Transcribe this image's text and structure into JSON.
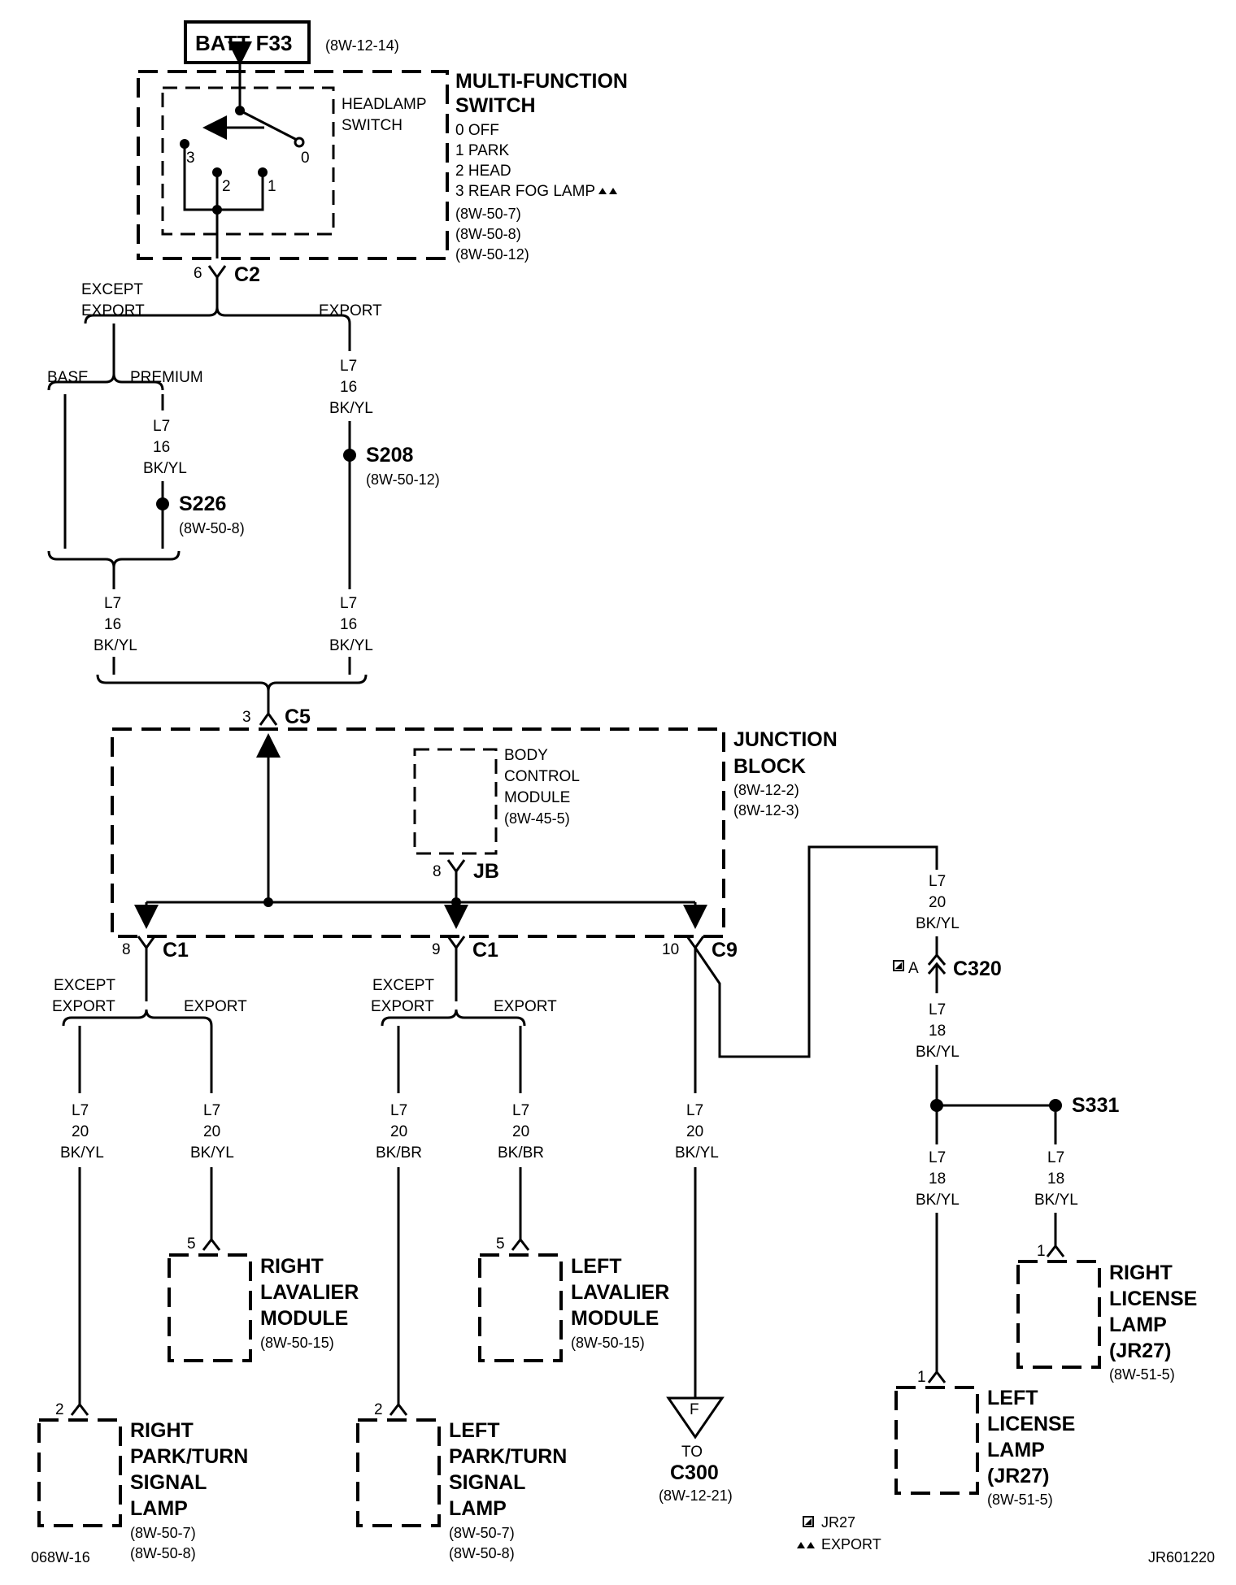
{
  "fuse": {
    "label": "BATT F33",
    "ref": "(8W-12-14)"
  },
  "multi_function_switch": {
    "title_1": "MULTI-FUNCTION",
    "title_2": "SWITCH",
    "sub_1": "HEADLAMP",
    "sub_2": "SWITCH",
    "positions": [
      "0 OFF",
      "1 PARK",
      "2 HEAD",
      "3 REAR FOG LAMP"
    ],
    "refs": [
      "(8W-50-7)",
      "(8W-50-8)",
      "(8W-50-12)"
    ],
    "terminals": [
      "3",
      "2",
      "1",
      "0"
    ],
    "connector": "C2",
    "pin": "6"
  },
  "branch_labels": {
    "except_export": [
      "EXCEPT",
      "EXPORT"
    ],
    "export": "EXPORT",
    "base": "BASE",
    "premium": "PREMIUM"
  },
  "wires": {
    "premium": [
      "L7",
      "16",
      "BK/YL"
    ],
    "export_top": [
      "L7",
      "16",
      "BK/YL"
    ],
    "left_merge": [
      "L7",
      "16",
      "BK/YL"
    ],
    "right_merge": [
      "L7",
      "16",
      "BK/YL"
    ],
    "c1_8_except": [
      "L7",
      "20",
      "BK/YL"
    ],
    "c1_8_export": [
      "L7",
      "20",
      "BK/YL"
    ],
    "c1_9_except": [
      "L7",
      "20",
      "BK/BR"
    ],
    "c1_9_export": [
      "L7",
      "20",
      "BK/BR"
    ],
    "c9_10": [
      "L7",
      "20",
      "BK/YL"
    ],
    "to_c320": [
      "L7",
      "20",
      "BK/YL"
    ],
    "from_c320": [
      "L7",
      "18",
      "BK/YL"
    ],
    "left_license": [
      "L7",
      "18",
      "BK/YL"
    ],
    "right_license": [
      "L7",
      "18",
      "BK/YL"
    ]
  },
  "splices": {
    "s226": {
      "label": "S226",
      "ref": "(8W-50-8)"
    },
    "s208": {
      "label": "S208",
      "ref": "(8W-50-12)"
    },
    "s331": {
      "label": "S331"
    }
  },
  "junction_block": {
    "title_1": "JUNCTION",
    "title_2": "BLOCK",
    "refs": [
      "(8W-12-2)",
      "(8W-12-3)"
    ],
    "c5": {
      "pin": "3",
      "label": "C5"
    },
    "bcm": {
      "lines": [
        "BODY",
        "CONTROL",
        "MODULE",
        "(8W-45-5)"
      ],
      "pin": "8",
      "connector": "JB"
    },
    "c1_a": {
      "pin": "8",
      "label": "C1"
    },
    "c1_b": {
      "pin": "9",
      "label": "C1"
    },
    "c9": {
      "pin": "10",
      "label": "C9"
    }
  },
  "c320": {
    "pin": "A",
    "label": "C320"
  },
  "components": {
    "right_lavalier": {
      "lines": [
        "RIGHT",
        "LAVALIER",
        "MODULE"
      ],
      "ref": "(8W-50-15)",
      "pin": "5"
    },
    "left_lavalier": {
      "lines": [
        "LEFT",
        "LAVALIER",
        "MODULE"
      ],
      "ref": "(8W-50-15)",
      "pin": "5"
    },
    "right_park_turn": {
      "lines": [
        "RIGHT",
        "PARK/TURN",
        "SIGNAL",
        "LAMP"
      ],
      "refs": [
        "(8W-50-7)",
        "(8W-50-8)"
      ],
      "pin": "2"
    },
    "left_park_turn": {
      "lines": [
        "LEFT",
        "PARK/TURN",
        "SIGNAL",
        "LAMP"
      ],
      "refs": [
        "(8W-50-7)",
        "(8W-50-8)"
      ],
      "pin": "2"
    },
    "right_license": {
      "lines": [
        "RIGHT",
        "LICENSE",
        "LAMP",
        "(JR27)"
      ],
      "ref": "(8W-51-5)",
      "pin": "1"
    },
    "left_license": {
      "lines": [
        "LEFT",
        "LICENSE",
        "LAMP",
        "(JR27)"
      ],
      "ref": "(8W-51-5)",
      "pin": "1"
    }
  },
  "offpage": {
    "letter": "F",
    "to": "TO",
    "target": "C300",
    "ref": "(8W-12-21)"
  },
  "legend": {
    "jr27": "JR27",
    "export": "EXPORT"
  },
  "footer": {
    "left_code": "068W-16",
    "right_code": "JR601220"
  }
}
